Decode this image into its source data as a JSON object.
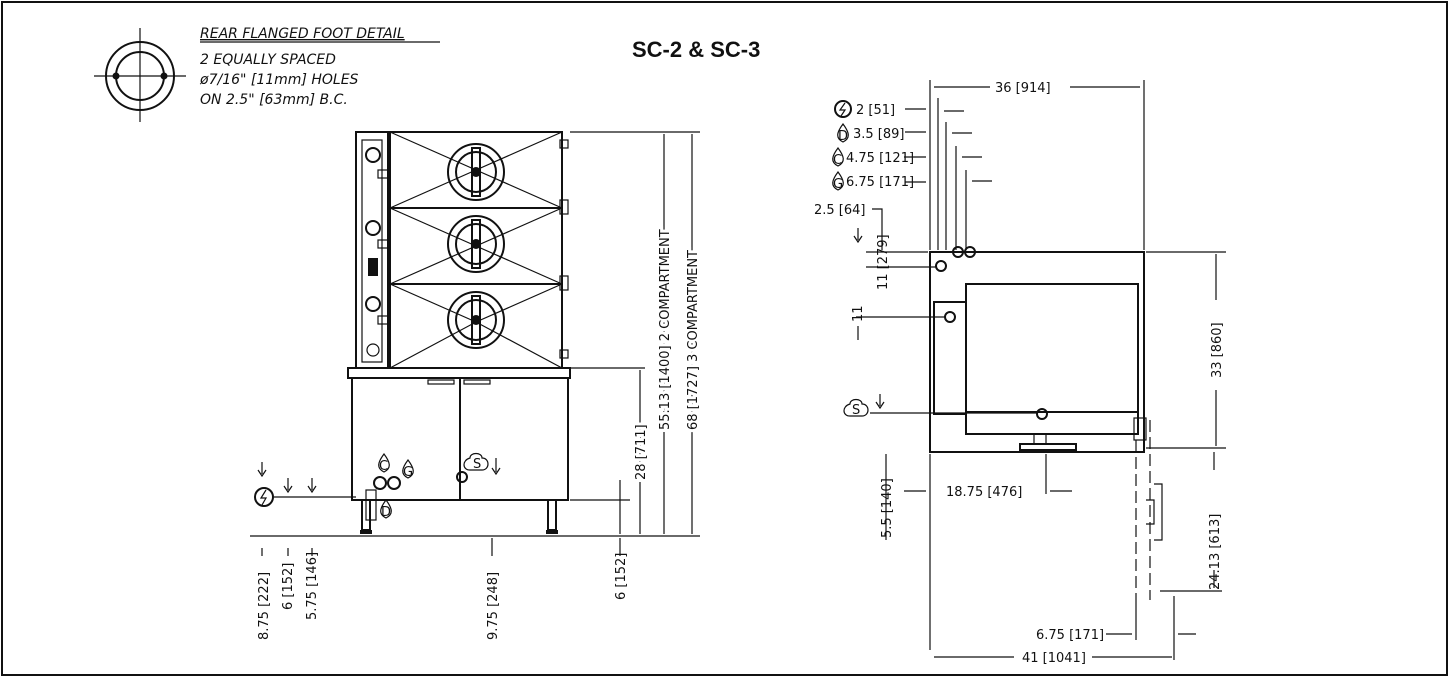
{
  "title": "SC-2 & SC-3",
  "foot_detail": {
    "heading": "REAR FLANGED FOOT DETAIL",
    "line1": "2 EQUALLY SPACED",
    "line2": "ø7/16\" [11mm] HOLES",
    "line3": "ON 2.5\" [63mm] B.C."
  },
  "front": {
    "h_2comp": "55.13 [1400] 2 COMPARTMENT",
    "h_3comp": "68 [1727] 3 COMPARTMENT",
    "h_base": "28 [711]",
    "b1": "8.75 [222]",
    "b2": "6 [152]",
    "b3": "5.75 [146]",
    "b4": "9.75 [248]",
    "b5": "6 [152]",
    "sym_c": "C",
    "sym_g": "G",
    "sym_d": "D",
    "sym_s": "S"
  },
  "side": {
    "width_top": "36 [914]",
    "d_e": "2 [51]",
    "d_d": "3.5 [89]",
    "d_c": "4.75 [121]",
    "d_g": "6.75 [171]",
    "d_25": "2.5 [64]",
    "v_11a": "11 [279]",
    "v_11b": "11",
    "h_33": "33 [860]",
    "v_55": "5.5 [140]",
    "h_1875": "18.75 [476]",
    "v_2413": "24.13 [613]",
    "h_675": "6.75 [171]",
    "w_41": "41 [1041]",
    "sym_d": "D",
    "sym_c": "C",
    "sym_g": "G",
    "sym_s": "S"
  }
}
